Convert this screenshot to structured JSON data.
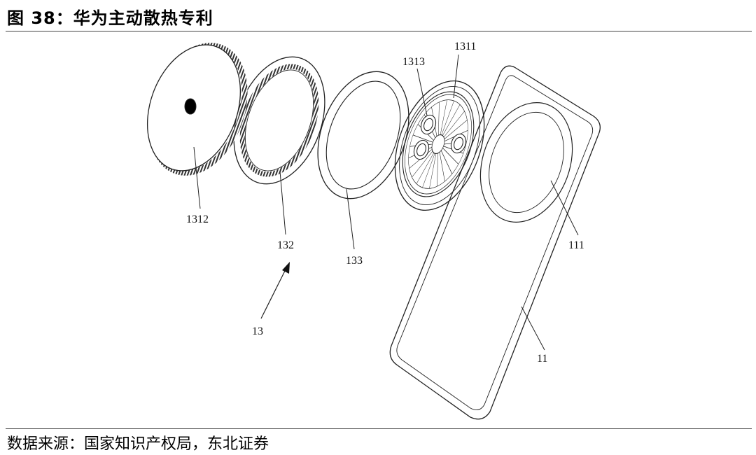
{
  "figure": {
    "title": "图 38：华为主动散热专利",
    "source": "数据来源：国家知识产权局，东北证券",
    "labels": {
      "l1311": "1311",
      "l1313": "1313",
      "l1312": "1312",
      "l132": "132",
      "l133": "133",
      "l111": "111",
      "l13": "13",
      "l11": "11"
    }
  }
}
